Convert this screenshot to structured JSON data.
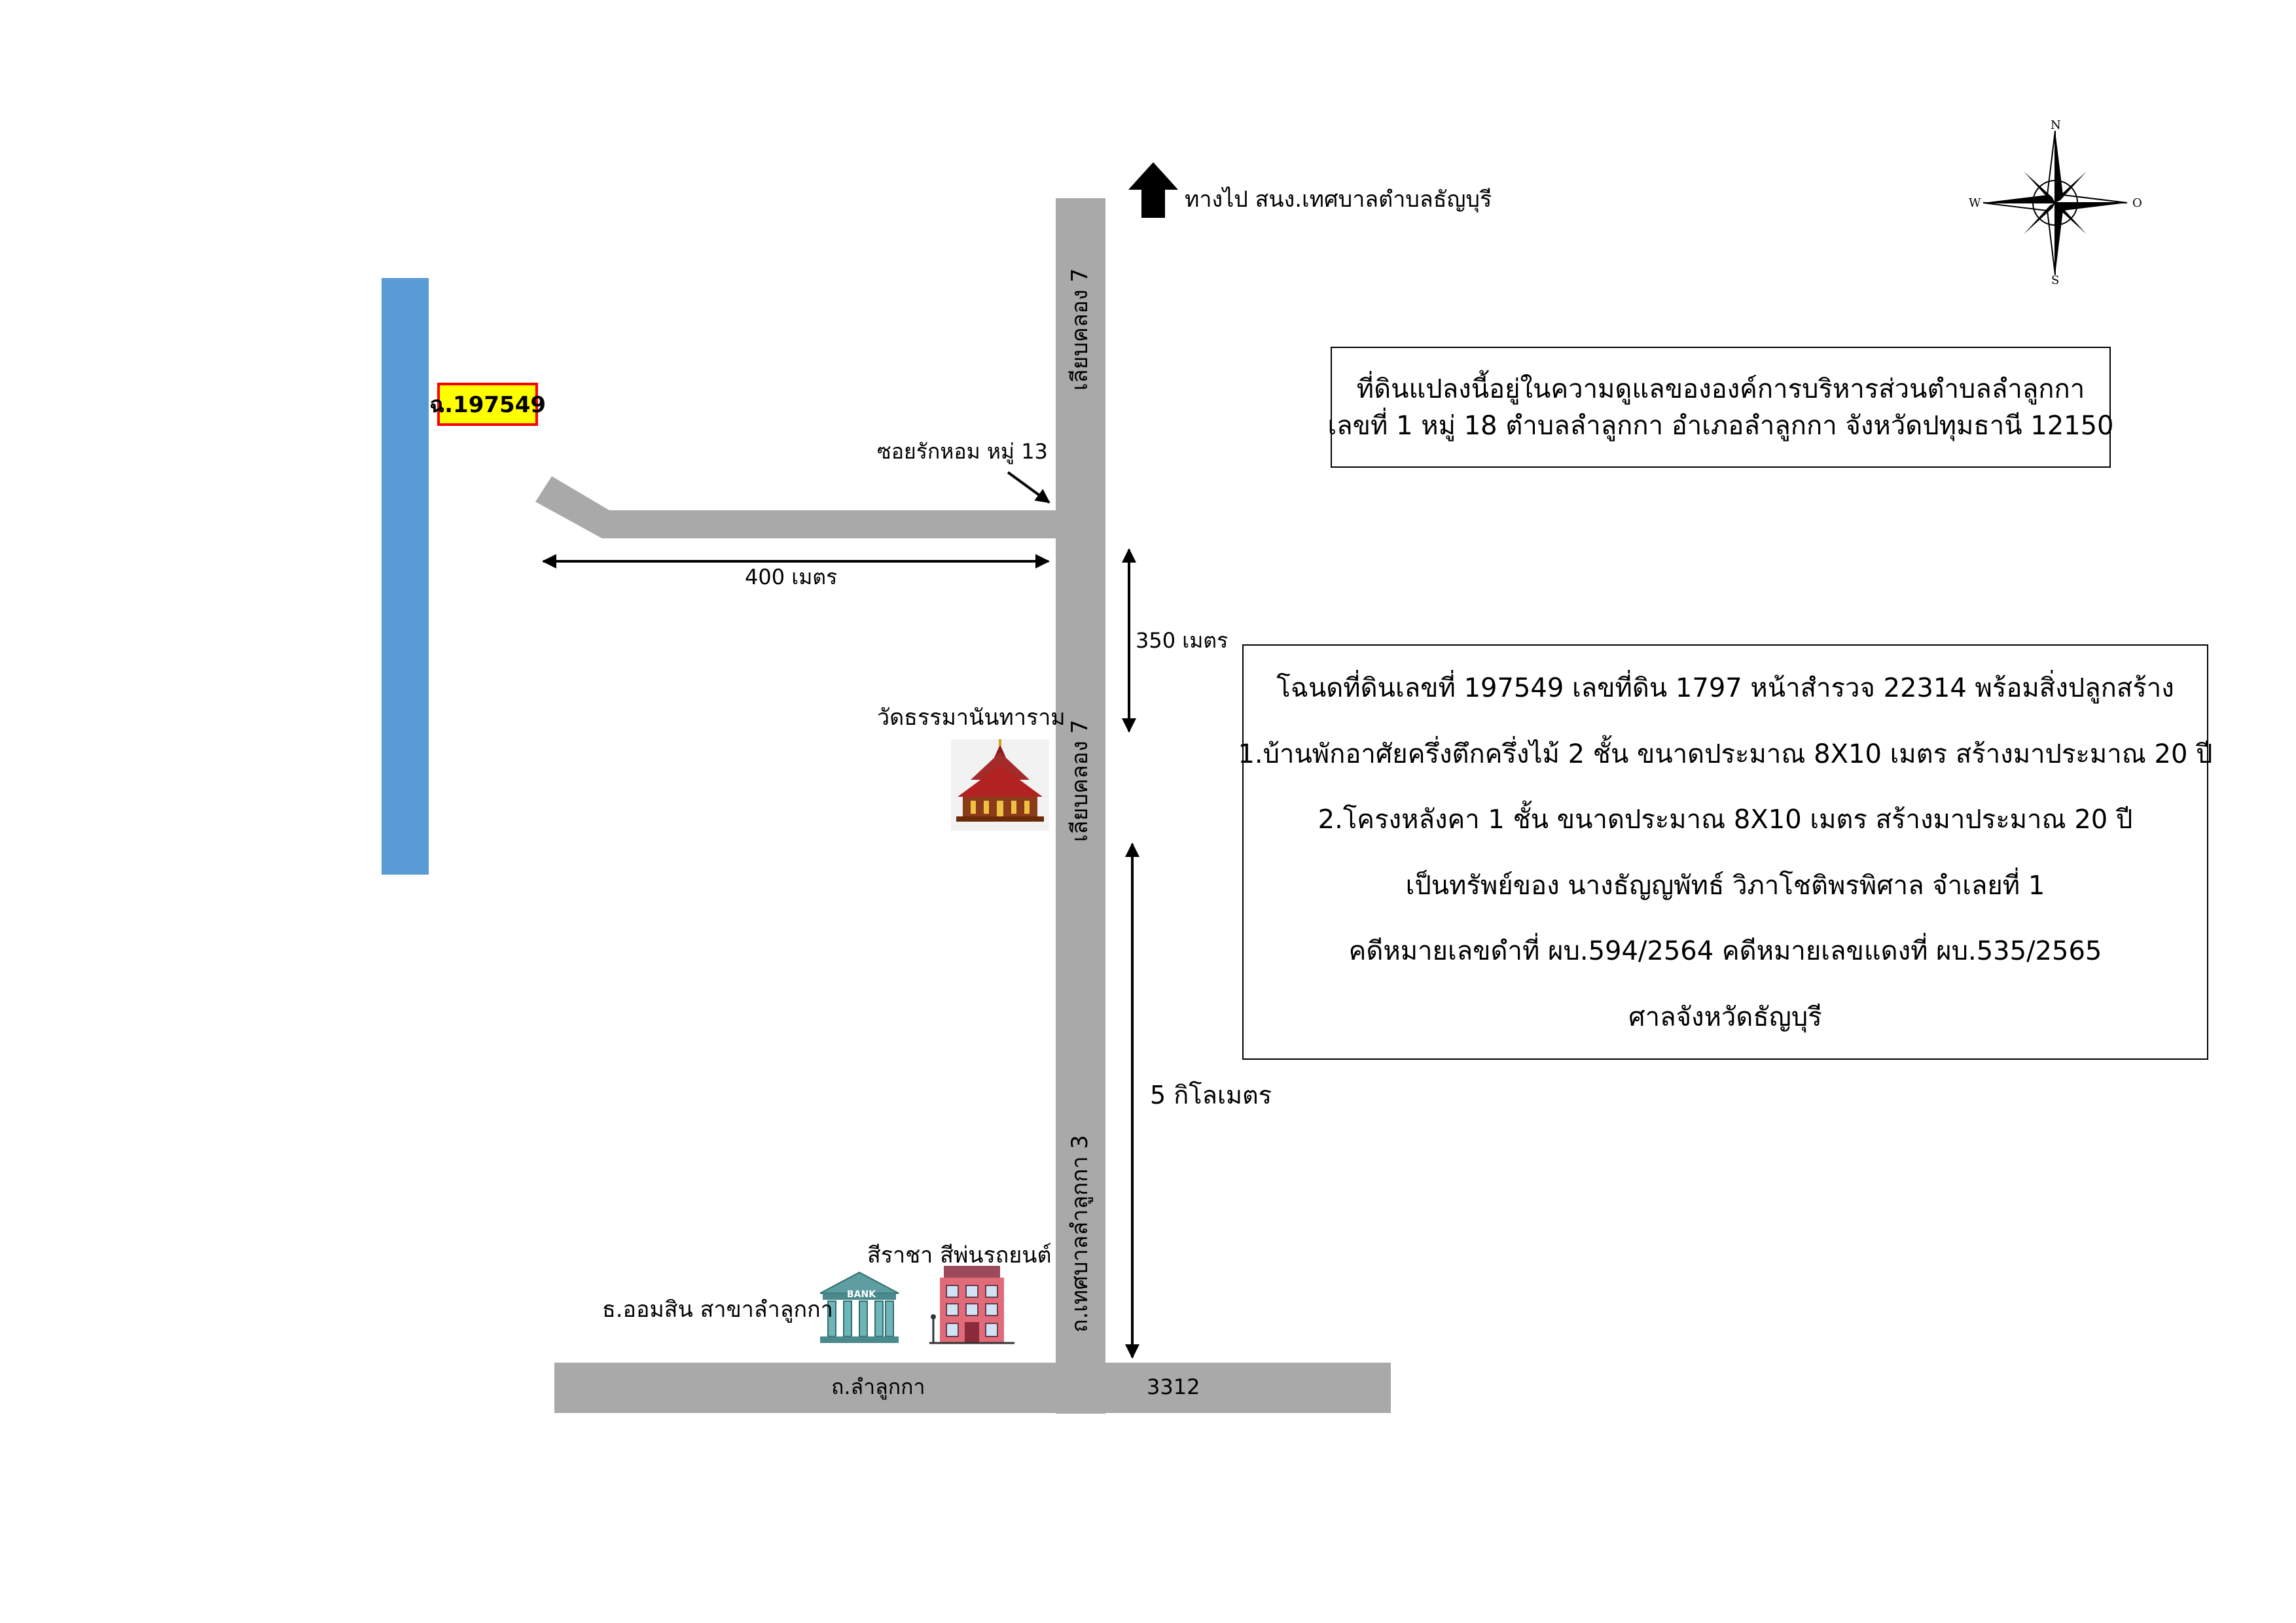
{
  "plot_label": "ฉ.197549",
  "north_arrow_text": "ทางไป สนง.เทศบาลตำบลธัญบุรี",
  "compass": {
    "n": "N",
    "s": "S",
    "e": "O",
    "w": "W"
  },
  "roads": {
    "main_road_upper": "เลียบคลอง 7",
    "main_road_middle": "เลียบคลอง 7",
    "main_road_lower": "ถ.เทศบาลลำลูกกา 3",
    "soi": "ซอยรักหอม หมู่ 13",
    "bottom_road": "ถ.ลำลูกกา",
    "bottom_road_number": "3312"
  },
  "distances": {
    "soi_length": "400 เมตร",
    "segment_1": "350 เมตร",
    "segment_2": "5 กิโลเมตร"
  },
  "landmarks": {
    "temple": "วัดธรรมานันทาราม",
    "bank": "ธ.ออมสิน สาขาลำลูกกา",
    "shop": "สีราชา สีพ่นรถยนต์",
    "bank_sign": "BANK"
  },
  "jurisdiction": {
    "line1": "ที่ดินแปลงนี้อยู่ในความดูแลขององค์การบริหารส่วนตำบลลำลูกกา",
    "line2": "เลขที่ 1 หมู่ 18 ตำบลลำลูกกา อำเภอลำลูกกา จังหวัดปทุมธานี 12150"
  },
  "property": {
    "line1": "โฉนดที่ดินเลขที่ 197549 เลขที่ดิน 1797 หน้าสำรวจ 22314 พร้อมสิ่งปลูกสร้าง",
    "line2": "1.บ้านพักอาศัยครึ่งตึกครึ่งไม้ 2 ชั้น ขนาดประมาณ 8X10 เมตร สร้างมาประมาณ 20 ปี",
    "line3": "2.โครงหลังคา 1 ชั้น ขนาดประมาณ 8X10 เมตร สร้างมาประมาณ 20 ปี",
    "line4": "เป็นทรัพย์ของ นางธัญญพัทธ์ วิภาโชติพรพิศาล จำเลยที่ 1",
    "line5": "คดีหมายเลขดำที่ ผบ.594/2564 คดีหมายเลขแดงที่ ผบ.535/2565",
    "line6": "ศาลจังหวัดธัญบุรี"
  },
  "colors": {
    "road": "#a9a9a9",
    "canal": "#5b9bd5",
    "badge_fill": "#ffff00",
    "badge_border": "#ff0000"
  }
}
